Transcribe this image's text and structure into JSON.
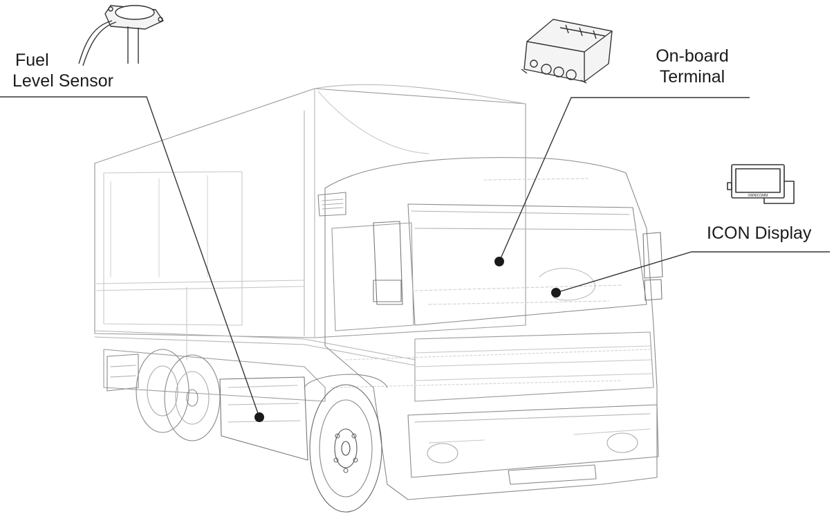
{
  "diagram": {
    "callouts": {
      "fuel_sensor": {
        "line1": "Fuel",
        "line2": "Level Sensor"
      },
      "onboard_terminal": {
        "line1": "On-board",
        "line2": "Terminal"
      },
      "icon_display": {
        "label": "ICON Display"
      }
    },
    "device_text": {
      "display_brand": "OMNICOMM"
    },
    "colors": {
      "line": "#333333",
      "sketch": "#9a9a9a",
      "sketch_light": "#c8c8c8",
      "dot": "#1a1a1a",
      "text": "#1a1a1a"
    }
  }
}
